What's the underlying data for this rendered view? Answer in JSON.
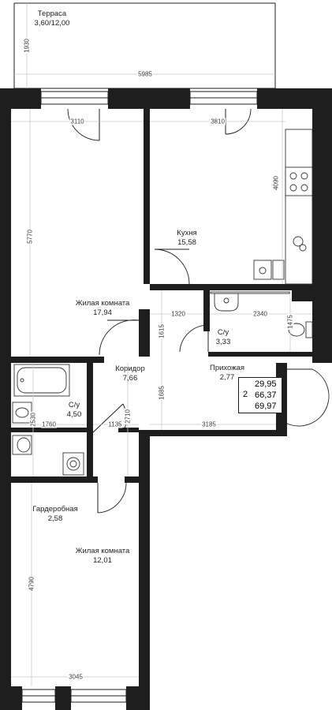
{
  "rooms": {
    "terrace": {
      "name": "Терраса",
      "area": "3,60/12,00"
    },
    "living_1": {
      "name": "Жилая комната",
      "area": "17,94"
    },
    "kitchen": {
      "name": "Кухня",
      "area": "15,58"
    },
    "bath_1": {
      "name": "С/у",
      "area": "3,33"
    },
    "corridor": {
      "name": "Коридор",
      "area": "7,66"
    },
    "hallway": {
      "name": "Прихожая",
      "area": "2,77"
    },
    "bath_2": {
      "name": "С/у",
      "area": "4,50"
    },
    "wardrobe": {
      "name": "Гардеробная",
      "area": "2,58"
    },
    "living_2": {
      "name": "Жилая комната",
      "area": "12,01"
    }
  },
  "dimensions": {
    "terrace_depth": "1930",
    "terrace_width": "5985",
    "living_1_width": "3110",
    "kitchen_width": "3810",
    "kitchen_depth": "4090",
    "living_1_length": "5770",
    "corridor_1320": "1320",
    "bath_1_width": "2340",
    "corridor_1615": "1615",
    "bath_1_depth": "1475",
    "corridor_1685": "1685",
    "bath_2_width": "1760",
    "corridor_1135": "1135",
    "corridor_2710": "2710",
    "hallway_width": "3185",
    "bath_2_depth": "2530",
    "living_2_length": "4790",
    "living_2_width": "3045"
  },
  "summary": {
    "rooms_count": "2",
    "area_living": "29,95",
    "area_total": "66,37",
    "area_with_terrace": "69,97"
  }
}
